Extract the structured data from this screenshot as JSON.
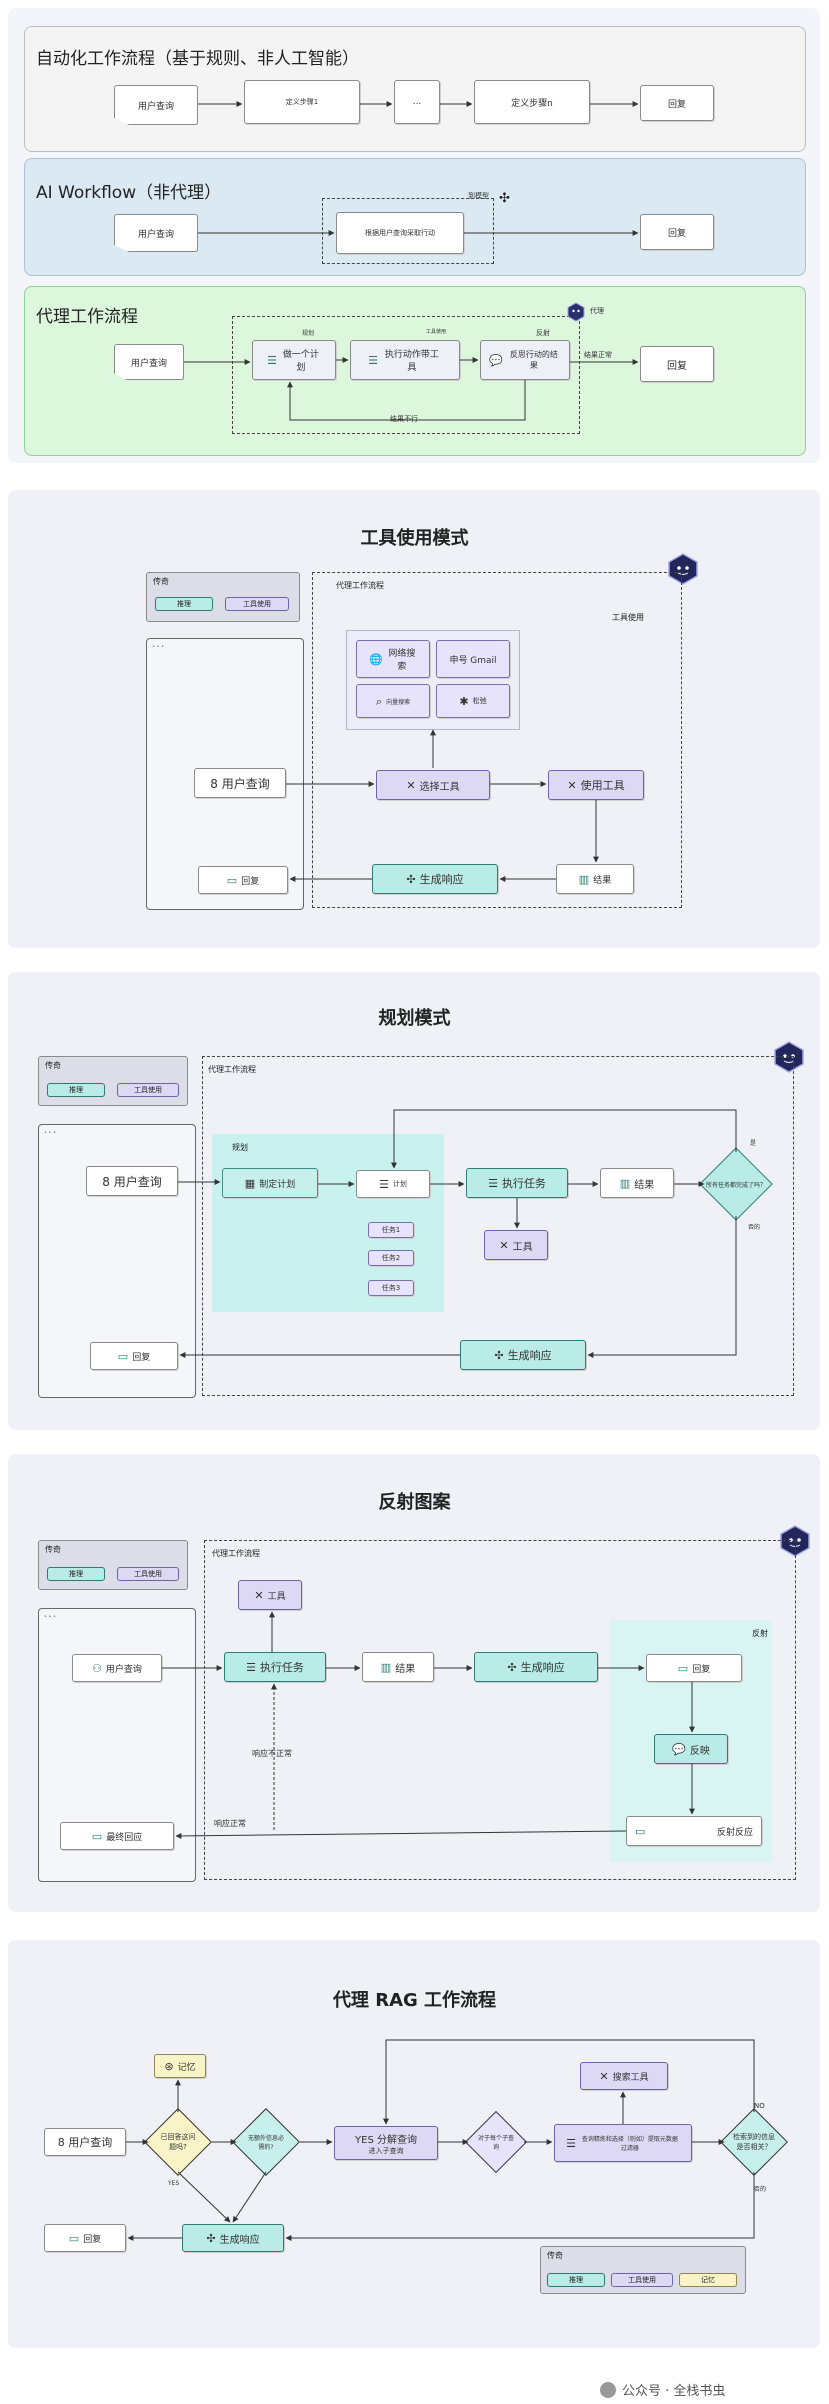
{
  "s1": {
    "panel1": {
      "title": "自动化工作流程（基于规则、非人工智能）",
      "query": "用户查询",
      "step1": "定义步骤1",
      "dots": "...",
      "stepn": "定义步骤n",
      "reply": "回复"
    },
    "panel2": {
      "title": "AI Workflow（非代理）",
      "query": "用户查询",
      "action": "根据用户查询采取行动",
      "reply": "回复",
      "model_label": "到模型"
    },
    "panel3": {
      "title": "代理工作流程",
      "query": "用户查询",
      "plan": "做一个计划",
      "plan_label": "规划",
      "exec": "执行动作带工具",
      "tool_label": "工具使用",
      "reflect": "反思行动的结果",
      "reflect_label": "反射",
      "result_ok": "结果正常",
      "result_bad": "结果不行",
      "reply": "回复",
      "agent_label": "代理"
    }
  },
  "s2": {
    "title": "工具使用模式",
    "legend": {
      "title": "传奇",
      "a": "推理",
      "b": "工具使用"
    },
    "frame_label": "代理工作流程",
    "tool_use_label": "工具使用",
    "tools": {
      "search": "网络搜索",
      "gmail": "申号 Gmail",
      "vector": "向量搜索",
      "slack": "松弛"
    },
    "query": "8 用户查询",
    "select": "选择工具",
    "use": "使用工具",
    "result": "结果",
    "generate": "生成响应",
    "reply": "回复"
  },
  "s3": {
    "title": "规划模式",
    "legend": {
      "title": "传奇",
      "a": "推理",
      "b": "工具使用"
    },
    "frame_label": "代理工作流程",
    "plan_label": "规划",
    "query": "8 用户查询",
    "make_plan": "制定计划",
    "plan": "计划",
    "tasks": [
      "任务1",
      "任务2",
      "任务3"
    ],
    "exec": "执行任务",
    "tool": "工具",
    "result": "结果",
    "check": "所有任务都完成了吗？",
    "yes": "是",
    "no": "否的",
    "generate": "生成响应",
    "reply": "回复"
  },
  "s4": {
    "title": "反射图案",
    "legend": {
      "title": "传奇",
      "a": "推理",
      "b": "工具使用"
    },
    "frame_label": "代理工作流程",
    "reflect_label": "反射",
    "query": "用户查询",
    "tool": "工具",
    "exec": "执行任务",
    "result": "结果",
    "generate": "生成响应",
    "reply": "回复",
    "reflect": "反映",
    "feedback": "反射反应",
    "abnormal": "响应不正常",
    "normal": "响应正常",
    "final": "最终回应"
  },
  "s5": {
    "title": "代理 RAG 工作流程",
    "memory": "记忆",
    "query": "8 用户查询",
    "q1": "已回答这问题吗?",
    "q2": "无额外信息必需的?",
    "yes": "YES",
    "decompose": "YES 分解查询",
    "decompose_sub": "进入子查询",
    "each": "对于每个子查询",
    "search_tool": "搜索工具",
    "retrieve": "查询精炼和选择（则如）提取元数据过滤器",
    "relevant": "检索到的信息是否相关？",
    "no": "NO",
    "no2": "否的",
    "generate": "生成响应",
    "reply": "回复",
    "legend": {
      "title": "传奇",
      "a": "推理",
      "b": "工具使用",
      "c": "记忆"
    }
  },
  "footer": {
    "source": "公众号 · 全栈书虫"
  }
}
